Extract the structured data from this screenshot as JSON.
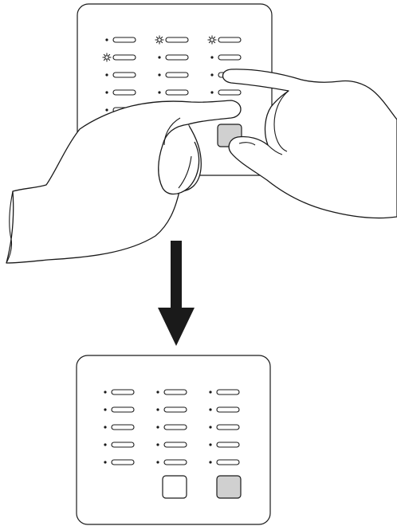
{
  "figure": {
    "steps": [
      {
        "id": "before",
        "led_columns": 3,
        "led_rows": 5,
        "lit_leds": [
          [
            0,
            1
          ],
          [
            0,
            2
          ],
          [
            1,
            0
          ]
        ],
        "buttons": [
          {
            "name": "left-button",
            "fill": "#ffffff"
          },
          {
            "name": "right-button",
            "fill": "#d0d0d0"
          }
        ],
        "hands": [
          "left-hand",
          "right-hand"
        ]
      },
      {
        "id": "after",
        "led_columns": 3,
        "led_rows": 5,
        "lit_leds": [],
        "buttons": [
          {
            "name": "left-button",
            "fill": "#ffffff"
          },
          {
            "name": "right-button",
            "fill": "#d0d0d0"
          }
        ]
      }
    ],
    "arrow": {
      "direction": "down",
      "color": "#1a1a1a"
    },
    "colors": {
      "line": "#1a1a1a",
      "button_pressed": "#d0d0d0",
      "background": "#ffffff"
    }
  }
}
